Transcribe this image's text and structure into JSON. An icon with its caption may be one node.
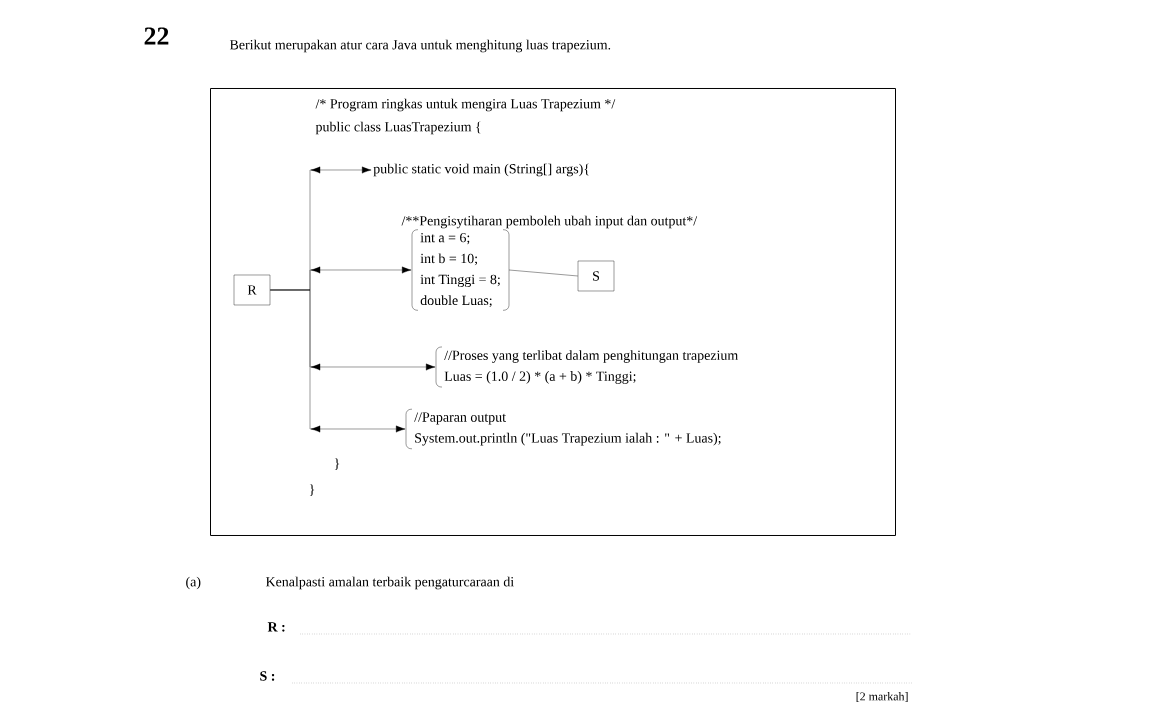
{
  "diagram": {
    "title": "Berikut merupakan atur cara Java untuk menghitung luas trapezium.",
    "nodes": [
      {
        "text": [
          "/* Program ringkas untuk mengira Luas Trapezium */",
          "public class LuasTrapezium {"
        ]
      },
      {
        "text": [
          "R"
        ],
        "in": 0
      },
      {
        "text": [
          "public static void main (String[] args){"
        ],
        "in": 0
      },
      {
        "text": [
          "int a = 6;",
          "int b = 10;",
          "int Tinggi = 8;",
          "double Luas;"
        ],
        "in": 0
      },
      {
        "text": [
          "S"
        ],
        "in": 0
      },
      {
        "text": [
          "//Proses yang terlibat dalam penghitungan trapezium",
          "Luas = (1.0 / 2) * (a + b) * Tinggi;"
        ],
        "in": 0
      },
      {
        "text": [
          "//Paparan output",
          "System.out.println (\"Luas Trapezium ialah : \" + Luas);"
        ],
        "in": 0
      }
    ],
    "edges": [
      {
        "from": 1,
        "to": 2,
        "arrow": "to"
      },
      {
        "from": 1,
        "to": 3,
        "arrow": "to"
      },
      {
        "from": 1,
        "to": 5,
        "arrow": "to"
      },
      {
        "from": 1,
        "to": 6,
        "arrow": "to"
      },
      {
        "from": 3,
        "to": 4,
        "arrow": "none"
      }
    ],
    "labels": [
      "22",
      "/**Pengisytiharan pemboleh ubah input dan output*/",
      "}",
      "}",
      "(a)",
      "Kenalpasti amalan terbaik pengaturcaraan di",
      "R :",
      "S :",
      "[2 markah]"
    ]
  }
}
